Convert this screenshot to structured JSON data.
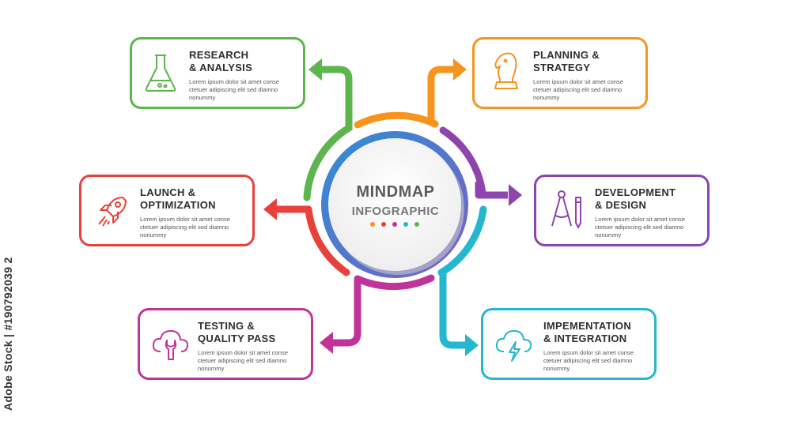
{
  "center": {
    "title": "MINDMAP",
    "subtitle": "INFOGRAPHIC",
    "dot_colors": [
      "#f7941d",
      "#e8413c",
      "#c0349a",
      "#25b6d0",
      "#5cb54d"
    ]
  },
  "nodes": [
    {
      "id": "research",
      "title": "RESEARCH\n& ANALYSIS",
      "text": "Lorem ipsum dolor sit amet conse\nctetuer adipiscing elit sed diamno\nnonummy",
      "color": "#5cb54d",
      "icon": "flask-icon"
    },
    {
      "id": "planning",
      "title": "PLANNING &\nSTRATEGY",
      "text": "Lorem ipsum dolor sit amet conse\nctetuer adipiscing elit sed diamno\nnonummy",
      "color": "#f7941d",
      "icon": "chess-knight-icon"
    },
    {
      "id": "development",
      "title": "DEVELOPMENT\n& DESIGN",
      "text": "Lorem ipsum dolor sit amet conse\nctetuer adipiscing elit sed diamno\nnonummy",
      "color": "#8e44ad",
      "icon": "compass-pencil-icon"
    },
    {
      "id": "implementation",
      "title": "IMPEMENTATION\n& INTEGRATION",
      "text": "Lorem ipsum dolor sit amet conse\nctetuer adipiscing elit sed diamno\nnonummy",
      "color": "#25b6d0",
      "icon": "cloud-lightning-icon"
    },
    {
      "id": "testing",
      "title": "TESTING &\nQUALITY PASS",
      "text": "Lorem ipsum dolor sit amet conse\nctetuer adipiscing elit sed diamno\nnonummy",
      "color": "#c0349a",
      "icon": "cloud-wrench-icon"
    },
    {
      "id": "launch",
      "title": "LAUNCH &\nOPTIMIZATION",
      "text": "Lorem ipsum dolor sit amet conse\nctetuer adipiscing elit sed diamno\nnonummy",
      "color": "#e8413c",
      "icon": "rocket-icon"
    }
  ],
  "watermark": "Adobe Stock | #190792039 2"
}
